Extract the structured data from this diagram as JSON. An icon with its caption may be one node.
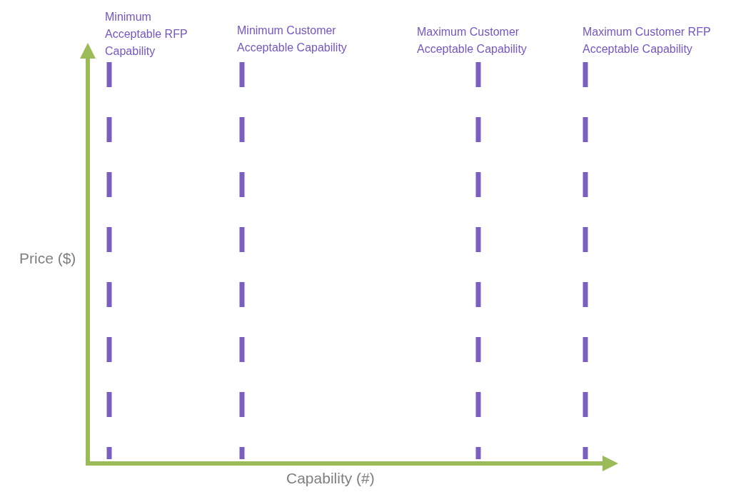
{
  "diagram": {
    "labels": [
      "Minimum Acceptable RFP Capability",
      "Minimum Customer Acceptable Capability",
      "Maximum Customer Acceptable Capability",
      "Maximum Customer RFP Acceptable Capability",
      "Price ($)",
      "Capability (#)"
    ]
  }
}
